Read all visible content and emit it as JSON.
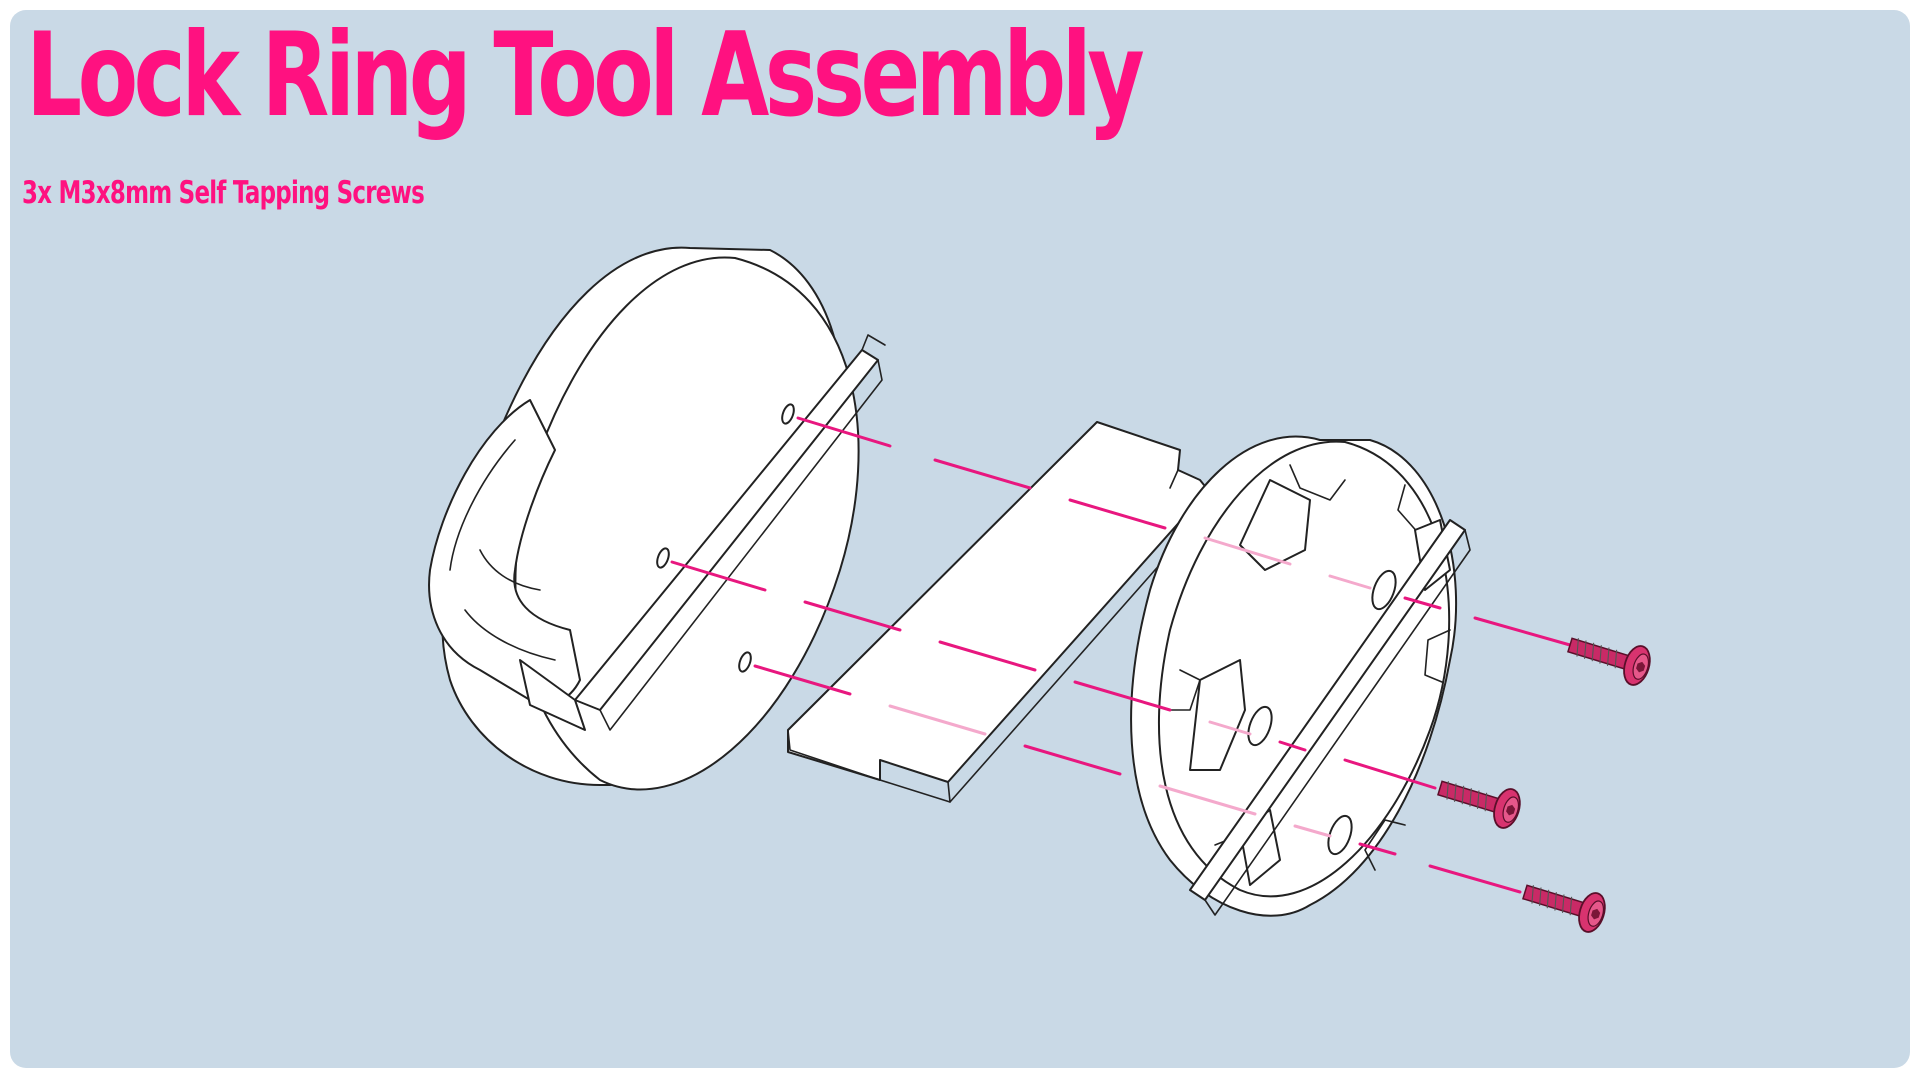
{
  "header": {
    "title": "Lock Ring Tool Assembly",
    "subtitle": "3x M3x8mm Self Tapping Screws"
  },
  "colors": {
    "background": "#c9d9e6",
    "accent": "#ff1180",
    "screw": "#d8336f"
  },
  "parts": {
    "handle": "handle-body",
    "insert": "flat-insert-plate",
    "lock_ring": "lock-ring-head",
    "screws": [
      "screw",
      "screw",
      "screw"
    ]
  }
}
